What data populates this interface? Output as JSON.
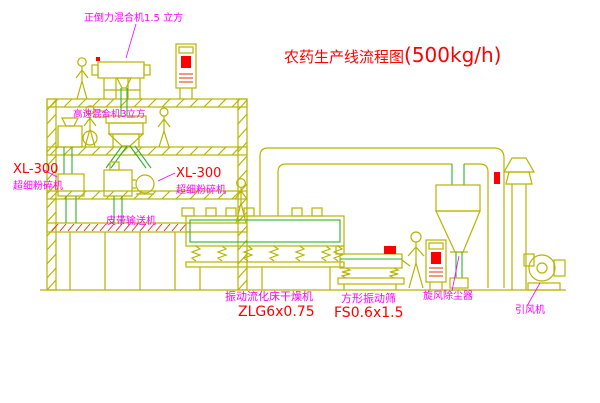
{
  "title": {
    "main": "农药生产线流程图",
    "capacity": "(500kg/h)"
  },
  "labels": {
    "top_mixer": "正倒力混合机1.5 立方",
    "high_speed_mixer": "高速混合机3立方",
    "left_mill_model": "XL-300",
    "left_mill_name": "超细粉碎机",
    "mid_mill_model": "XL-300",
    "mid_mill_name": "超细粉碎机",
    "belt_conveyor": "皮带输送机",
    "dryer_name": "振动流化床干燥机",
    "dryer_model": "ZLG6x0.75",
    "sieve_name": "方形振动筛",
    "sieve_model": "FS0.6x1.5",
    "cyclone_name": "旋风除尘器",
    "fan_name": "引风机"
  },
  "colors": {
    "line_yellow": "#b8b400",
    "line_green": "#2eaf2e",
    "accent_red": "#ff0000",
    "label_magenta": "#ff00ff",
    "background": "#ffffff"
  }
}
